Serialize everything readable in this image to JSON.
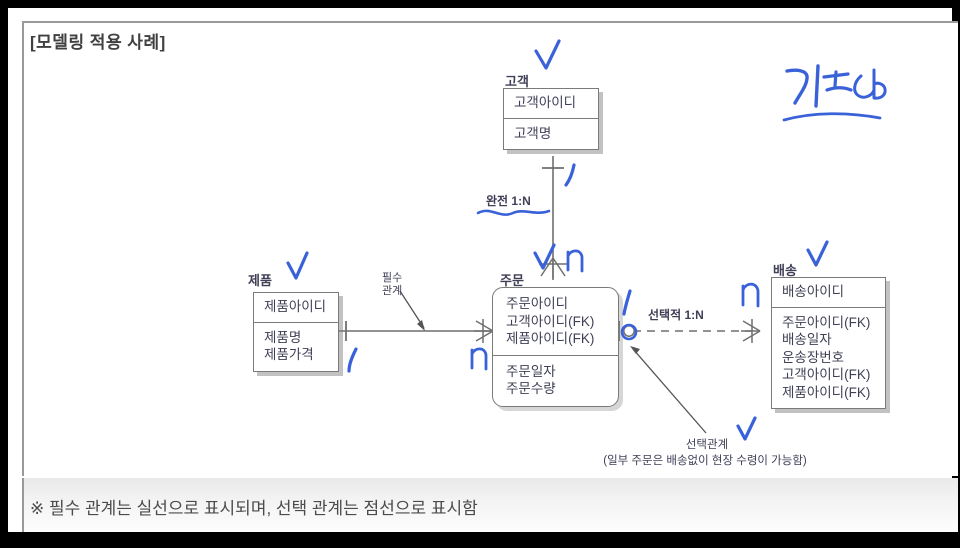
{
  "slide": {
    "title": "[모델링 적용 사례]",
    "footer_note": "※ 필수 관계는 실선으로 표시되며, 선택 관계는 점선으로 표시함"
  },
  "entities": [
    {
      "name": "고객",
      "shape": "rectangle",
      "pk": [
        "고객아이디"
      ],
      "attributes": [
        "고객명"
      ]
    },
    {
      "name": "제품",
      "shape": "rectangle",
      "pk": [
        "제품아이디"
      ],
      "attributes": [
        "제품명",
        "제품가격"
      ]
    },
    {
      "name": "주문",
      "shape": "rounded-rectangle",
      "pk": [
        "주문아이디",
        "고객아이디(FK)",
        "제품아이디(FK)"
      ],
      "attributes": [
        "주문일자",
        "주문수량"
      ]
    },
    {
      "name": "배송",
      "shape": "rectangle",
      "pk": [
        "배송아이디"
      ],
      "attributes": [
        "주문아이디(FK)",
        "배송일자",
        "운송장번호",
        "고객아이디(FK)",
        "제품아이디(FK)"
      ]
    }
  ],
  "relationships": [
    {
      "from": "고객",
      "to": "주문",
      "label": "완전 1:N",
      "line_style": "solid",
      "from_cardinality": "one",
      "to_cardinality": "many"
    },
    {
      "from": "제품",
      "to": "주문",
      "label": "필수 관계",
      "line_style": "solid",
      "from_cardinality": "one",
      "to_cardinality": "many"
    },
    {
      "from": "주문",
      "to": "배송",
      "label": "선택적 1:N",
      "line_style": "dashed",
      "from_cardinality": "zero-or-one",
      "to_cardinality": "many"
    }
  ],
  "annotations": {
    "required_relation": "필수\n관계",
    "required_relation_line1": "필수",
    "required_relation_line2": "관계",
    "optional_relation_title": "선택관계",
    "optional_relation_detail": "(일부 주문은 배송없이 현장 수령이 가능함)"
  },
  "ink": {
    "color": "#3a62d8",
    "handwriting_top_right": "기수냅",
    "marks": [
      "check",
      "check",
      "check",
      "check",
      "n",
      "n",
      "squiggle",
      "hook",
      "hook",
      "underline"
    ]
  },
  "colors": {
    "slide_border": "#000000",
    "frame_line": "#9a9a9a",
    "entity_border": "#7a7a7a",
    "text": "#3f3f56",
    "title_text": "#404040",
    "ink_blue": "#3a62d8",
    "connector": "#6f6f6f"
  }
}
